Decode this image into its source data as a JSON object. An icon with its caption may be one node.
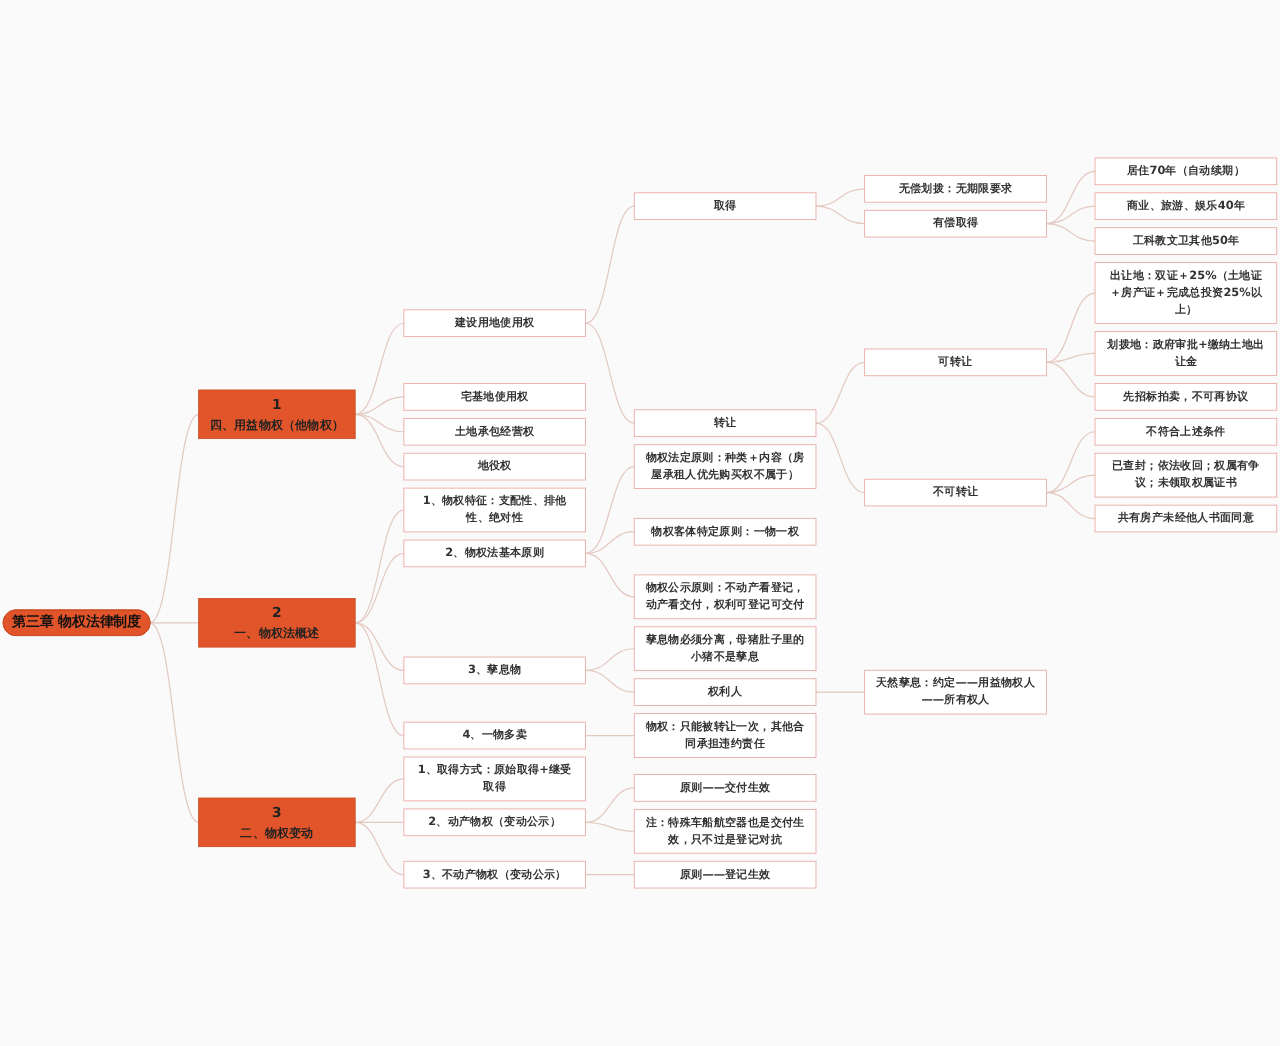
{
  "diagram": {
    "nodes": [
      {
        "text": [
          "第三章 物权法律制度"
        ]
      },
      {
        "text": [
          "1",
          "四、用益物权（他物权）"
        ]
      },
      {
        "text": [
          "建设用地使用权"
        ]
      },
      {
        "text": [
          "取得"
        ]
      },
      {
        "text": [
          "无偿划拨：无期限要求"
        ]
      },
      {
        "text": [
          "有偿取得"
        ]
      },
      {
        "text": [
          "居住70年（自动续期）"
        ]
      },
      {
        "text": [
          "商业、旅游、娱乐40年"
        ]
      },
      {
        "text": [
          "工科教文卫其他50年"
        ]
      },
      {
        "text": [
          "转让"
        ]
      },
      {
        "text": [
          "可转让"
        ]
      },
      {
        "text": [
          "出让地：双证＋25%（土地证＋房产证＋完成总投资25%以上）"
        ]
      },
      {
        "text": [
          "划拨地：政府审批+缴纳土地出让金"
        ]
      },
      {
        "text": [
          "先招标拍卖，不可再协议"
        ]
      },
      {
        "text": [
          "不可转让"
        ]
      },
      {
        "text": [
          "不符合上述条件"
        ]
      },
      {
        "text": [
          "已查封；依法收回；权属有争议；未领取权属证书"
        ]
      },
      {
        "text": [
          "共有房产未经他人书面同意"
        ]
      },
      {
        "text": [
          "宅基地使用权"
        ]
      },
      {
        "text": [
          "土地承包经营权"
        ]
      },
      {
        "text": [
          "地役权"
        ]
      },
      {
        "text": [
          "2",
          "一、物权法概述"
        ]
      },
      {
        "text": [
          "1、物权特征：支配性、排他性、绝对性"
        ]
      },
      {
        "text": [
          "2、物权法基本原则"
        ]
      },
      {
        "text": [
          "物权法定原则：种类＋内容（房屋承租人优先购买权不属于）"
        ]
      },
      {
        "text": [
          "物权客体特定原则：一物一权"
        ]
      },
      {
        "text": [
          "物权公示原则：不动产看登记，动产看交付，权利可登记可交付"
        ]
      },
      {
        "text": [
          "3、孳息物"
        ]
      },
      {
        "text": [
          "孳息物必须分离，母猪肚子里的小猪不是孳息"
        ]
      },
      {
        "text": [
          "权利人"
        ]
      },
      {
        "text": [
          "天然孳息：约定——用益物权人——所有权人"
        ]
      },
      {
        "text": [
          "4、一物多卖"
        ]
      },
      {
        "text": [
          "物权：只能被转让一次，其他合同承担违约责任"
        ]
      },
      {
        "text": [
          "3",
          "二、物权变动"
        ]
      },
      {
        "text": [
          "1、取得方式：原始取得+继受取得"
        ]
      },
      {
        "text": [
          "2、动产物权（变动公示）"
        ]
      },
      {
        "text": [
          "原则——交付生效"
        ]
      },
      {
        "text": [
          "注：特殊车船航空器也是交付生效，只不过是登记对抗"
        ]
      },
      {
        "text": [
          "3、不动产物权（变动公示）"
        ]
      },
      {
        "text": [
          "原则——登记生效"
        ]
      }
    ],
    "edges": [
      {
        "from": 0,
        "to": 1,
        "arrow": "none"
      },
      {
        "from": 1,
        "to": 2,
        "arrow": "none"
      },
      {
        "from": 2,
        "to": 3,
        "arrow": "none"
      },
      {
        "from": 3,
        "to": 4,
        "arrow": "none"
      },
      {
        "from": 3,
        "to": 5,
        "arrow": "none"
      },
      {
        "from": 5,
        "to": 6,
        "arrow": "none"
      },
      {
        "from": 5,
        "to": 7,
        "arrow": "none"
      },
      {
        "from": 5,
        "to": 8,
        "arrow": "none"
      },
      {
        "from": 2,
        "to": 9,
        "arrow": "none"
      },
      {
        "from": 9,
        "to": 10,
        "arrow": "none"
      },
      {
        "from": 10,
        "to": 11,
        "arrow": "none"
      },
      {
        "from": 10,
        "to": 12,
        "arrow": "none"
      },
      {
        "from": 10,
        "to": 13,
        "arrow": "none"
      },
      {
        "from": 9,
        "to": 14,
        "arrow": "none"
      },
      {
        "from": 14,
        "to": 15,
        "arrow": "none"
      },
      {
        "from": 14,
        "to": 16,
        "arrow": "none"
      },
      {
        "from": 14,
        "to": 17,
        "arrow": "none"
      },
      {
        "from": 1,
        "to": 18,
        "arrow": "none"
      },
      {
        "from": 1,
        "to": 19,
        "arrow": "none"
      },
      {
        "from": 1,
        "to": 20,
        "arrow": "none"
      },
      {
        "from": 0,
        "to": 21,
        "arrow": "none"
      },
      {
        "from": 21,
        "to": 22,
        "arrow": "none"
      },
      {
        "from": 21,
        "to": 23,
        "arrow": "none"
      },
      {
        "from": 23,
        "to": 24,
        "arrow": "none"
      },
      {
        "from": 23,
        "to": 25,
        "arrow": "none"
      },
      {
        "from": 23,
        "to": 26,
        "arrow": "none"
      },
      {
        "from": 21,
        "to": 27,
        "arrow": "none"
      },
      {
        "from": 27,
        "to": 28,
        "arrow": "none"
      },
      {
        "from": 27,
        "to": 29,
        "arrow": "none"
      },
      {
        "from": 29,
        "to": 30,
        "arrow": "none"
      },
      {
        "from": 21,
        "to": 31,
        "arrow": "none"
      },
      {
        "from": 31,
        "to": 32,
        "arrow": "none"
      },
      {
        "from": 0,
        "to": 33,
        "arrow": "none"
      },
      {
        "from": 33,
        "to": 34,
        "arrow": "none"
      },
      {
        "from": 33,
        "to": 35,
        "arrow": "none"
      },
      {
        "from": 35,
        "to": 36,
        "arrow": "none"
      },
      {
        "from": 35,
        "to": 37,
        "arrow": "none"
      },
      {
        "from": 33,
        "to": 38,
        "arrow": "none"
      },
      {
        "from": 38,
        "to": 39,
        "arrow": "none"
      }
    ]
  }
}
